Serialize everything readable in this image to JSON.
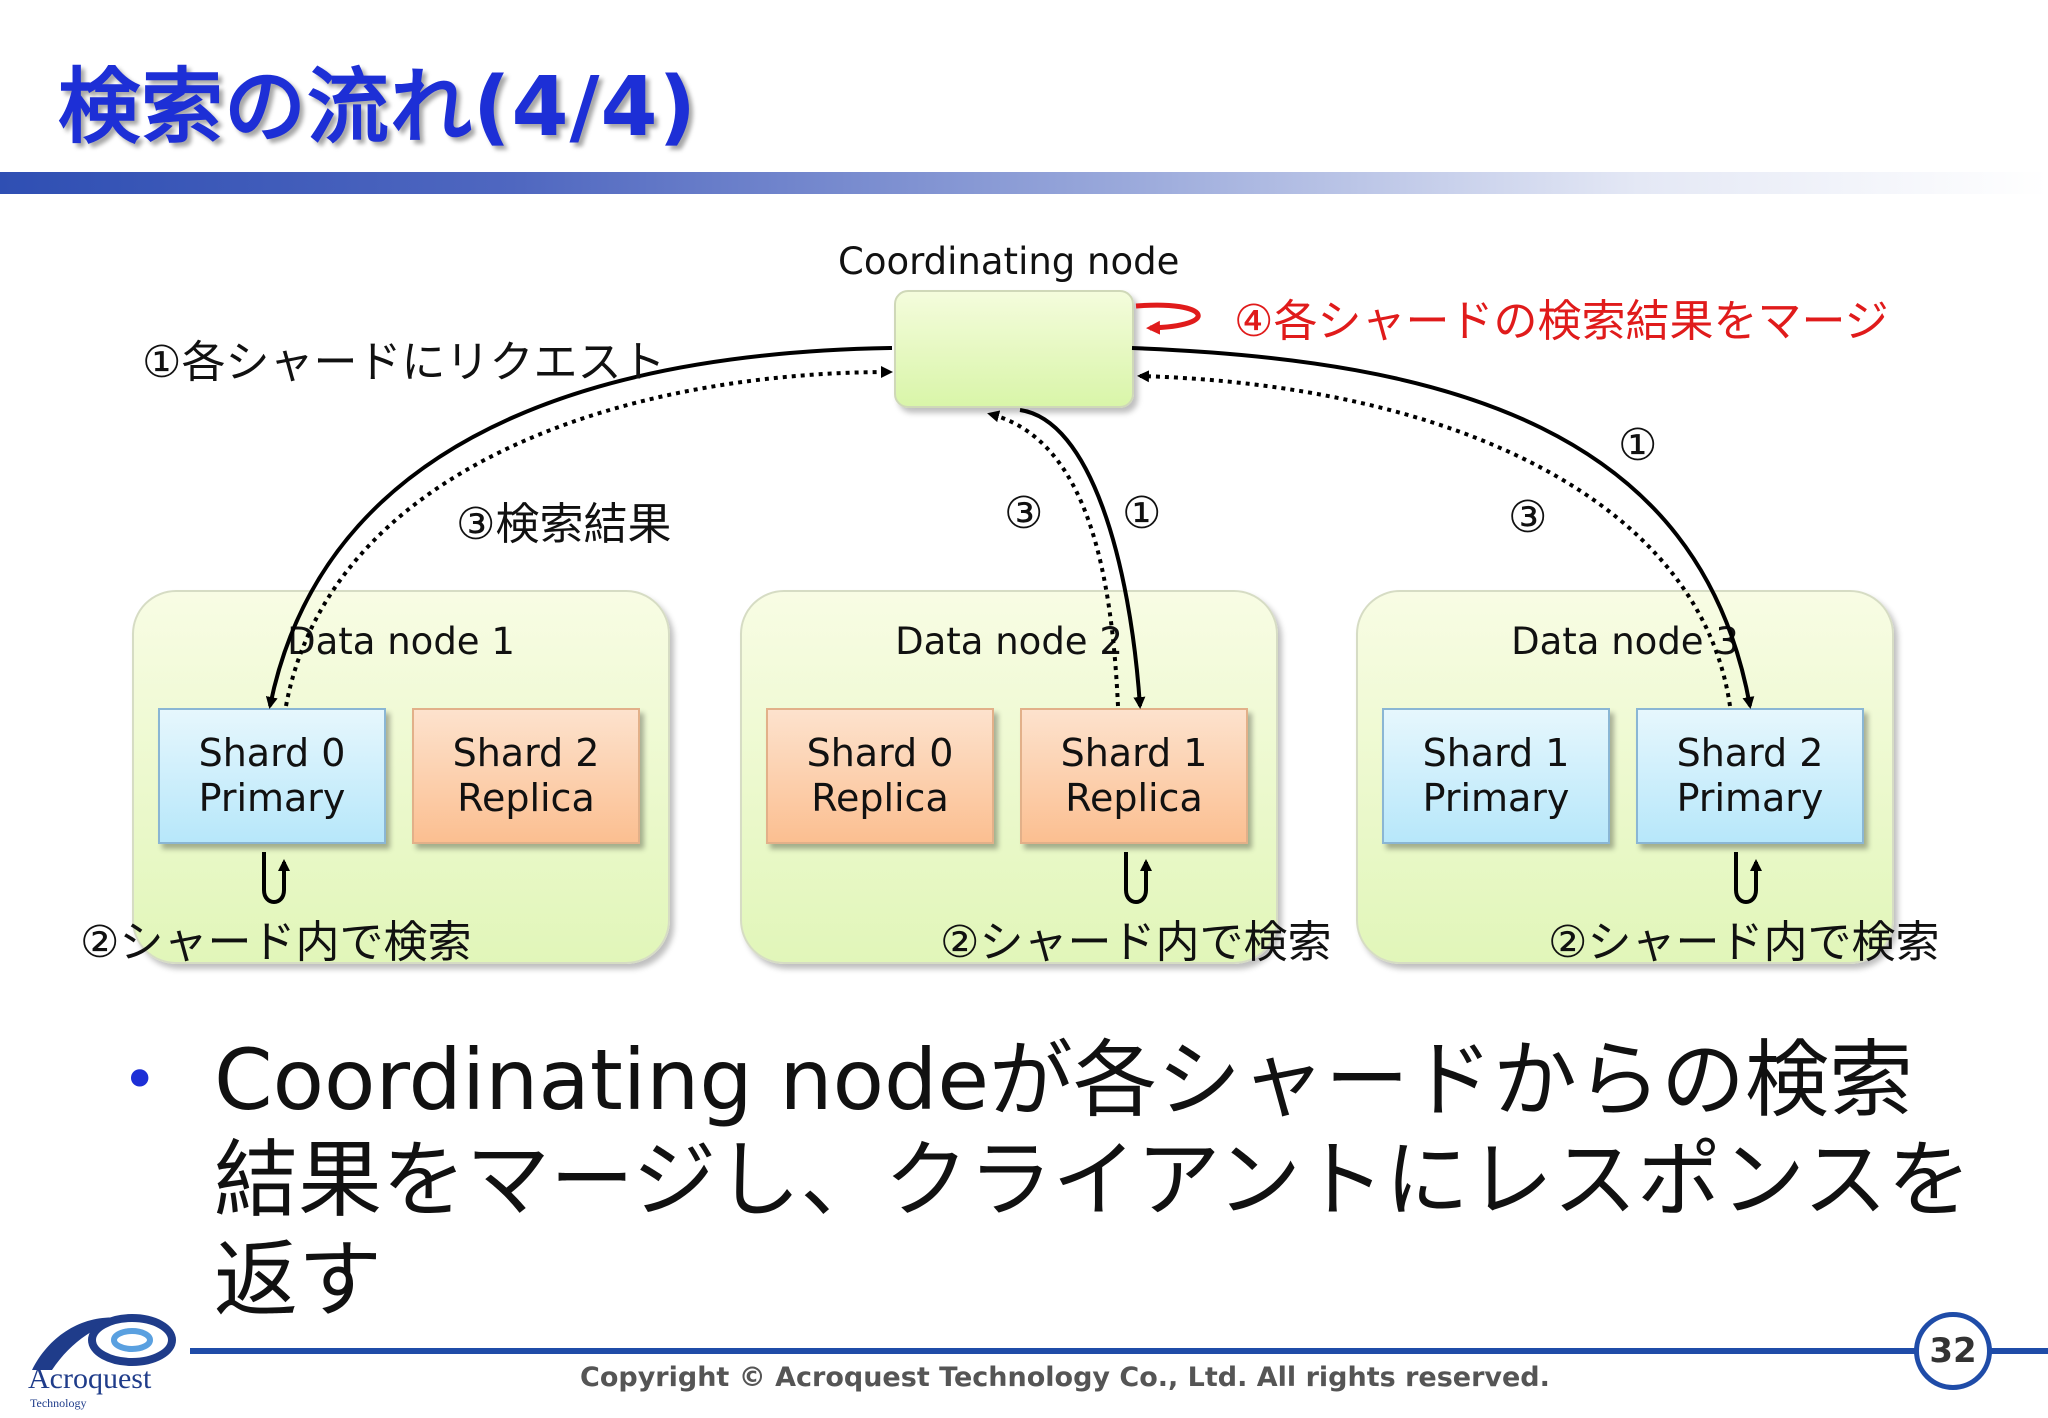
{
  "title": "検索の流れ(4/4)",
  "diagram": {
    "coordinating_node": "Coordinating node",
    "merge_label": "④各シャードの検索結果をマージ",
    "request_label": "①各シャードにリクエスト",
    "result_label": "③検索結果",
    "step1": "①",
    "step3": "③",
    "search_in_shard": "②シャード内で検索",
    "data_nodes": [
      {
        "label": "Data node 1",
        "shards": [
          {
            "line1": "Shard 0",
            "line2": "Primary"
          },
          {
            "line1": "Shard 2",
            "line2": "Replica"
          }
        ]
      },
      {
        "label": "Data node 2",
        "shards": [
          {
            "line1": "Shard 0",
            "line2": "Replica"
          },
          {
            "line1": "Shard 1",
            "line2": "Replica"
          }
        ]
      },
      {
        "label": "Data node 3",
        "shards": [
          {
            "line1": "Shard 1",
            "line2": "Primary"
          },
          {
            "line1": "Shard 2",
            "line2": "Primary"
          }
        ]
      }
    ]
  },
  "bullet": "Coordinating nodeが各シャードからの検索結果をマージし、クライアントにレスポンスを返す",
  "footer": {
    "copyright": "Copyright © Acroquest Technology Co., Ltd. All rights reserved.",
    "page_number": "32",
    "logo_name": "Acroquest",
    "logo_sub": "Technology"
  },
  "colors": {
    "title": "#1d2fd6",
    "merge": "#e01b1b",
    "primary_shard": "#b7e7fa",
    "replica_shard": "#fbbf91",
    "node_fill": "#e1f6b9"
  }
}
